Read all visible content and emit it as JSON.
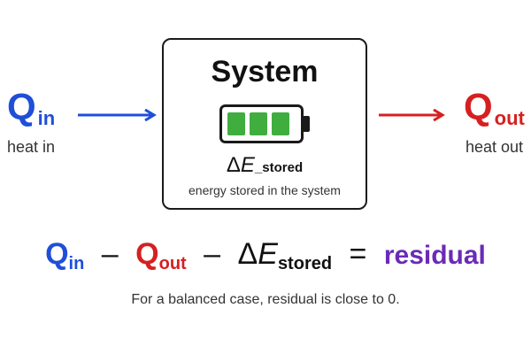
{
  "colors": {
    "heat_in": "#1f4fd8",
    "heat_out": "#d62020",
    "residual": "#6a2bb5",
    "battery_cells": "#3fae3f",
    "outline": "#1a1a1a"
  },
  "left": {
    "symbol": "Q",
    "subscript": "in",
    "label": "heat in"
  },
  "right": {
    "symbol": "Q",
    "subscript": "out",
    "label": "heat out"
  },
  "system": {
    "title": "System",
    "icon": "battery-icon",
    "battery_cells": 3,
    "delta_symbol": "Δ",
    "energy_symbol": "E",
    "energy_subscript": "_stored",
    "caption": "energy stored in the system"
  },
  "equation": {
    "term1_symbol": "Q",
    "term1_subscript": "in",
    "op1": "–",
    "term2_symbol": "Q",
    "term2_subscript": "out",
    "op2": "–",
    "term3_delta": "Δ",
    "term3_symbol": "E",
    "term3_subscript": "stored",
    "equals": "=",
    "result": "residual"
  },
  "footnote": "For a balanced case, residual is close to 0."
}
